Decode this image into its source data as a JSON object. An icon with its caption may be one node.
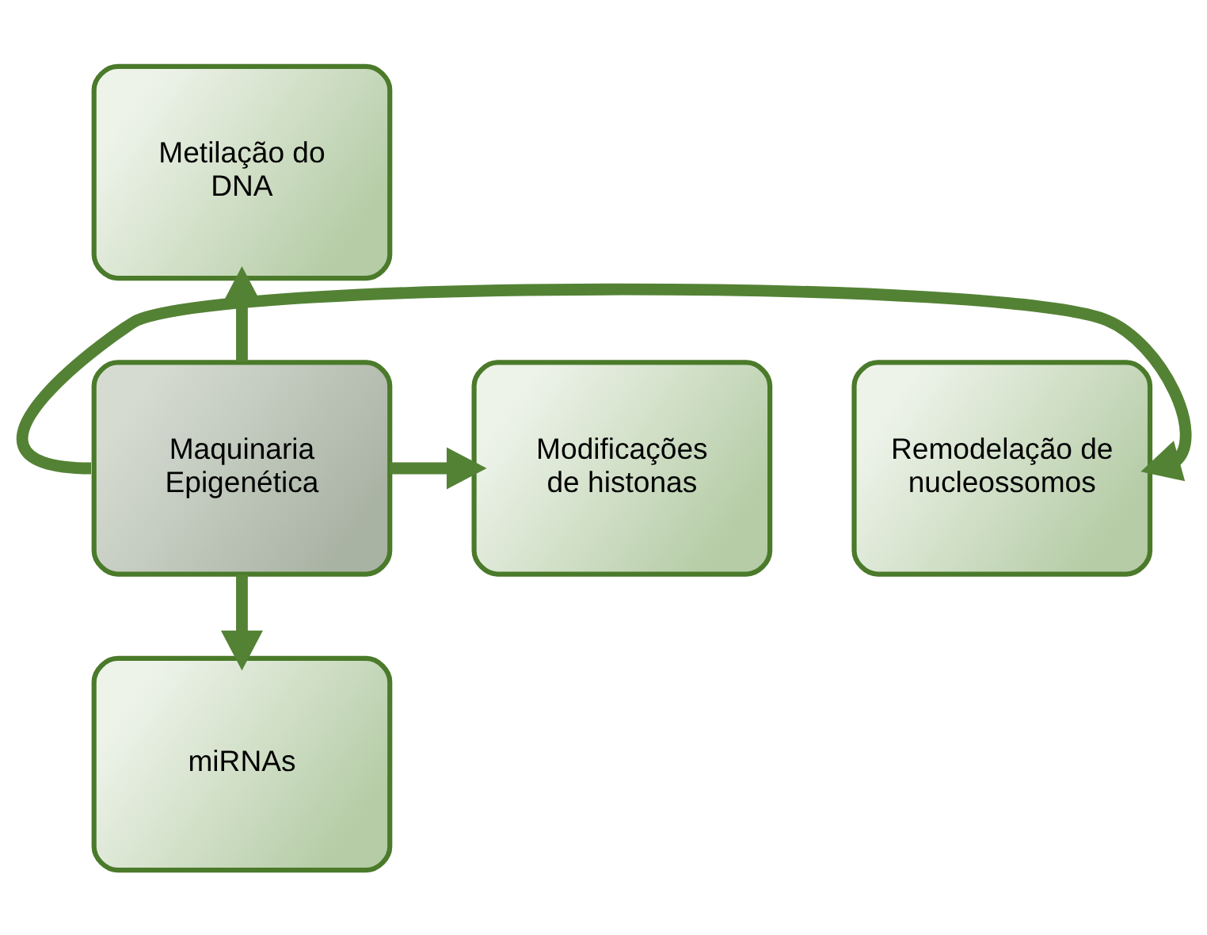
{
  "diagram": {
    "nodes": [
      {
        "text": [
          "Metilação do DNA"
        ]
      },
      {
        "text": [
          "Remodelação de nucleossomos"
        ]
      },
      {
        "text": [
          "Maquinaria Epigenética"
        ]
      },
      {
        "text": [
          "Modificações de histonas"
        ]
      },
      {
        "text": [
          "miRNAs"
        ]
      }
    ],
    "edges": [
      {
        "from": 2,
        "to": 0,
        "arrow": "to"
      },
      {
        "from": 2,
        "to": 1,
        "arrow": "to"
      },
      {
        "from": 2,
        "to": 3,
        "arrow": "to"
      },
      {
        "from": 2,
        "to": 4,
        "arrow": "to"
      }
    ]
  }
}
